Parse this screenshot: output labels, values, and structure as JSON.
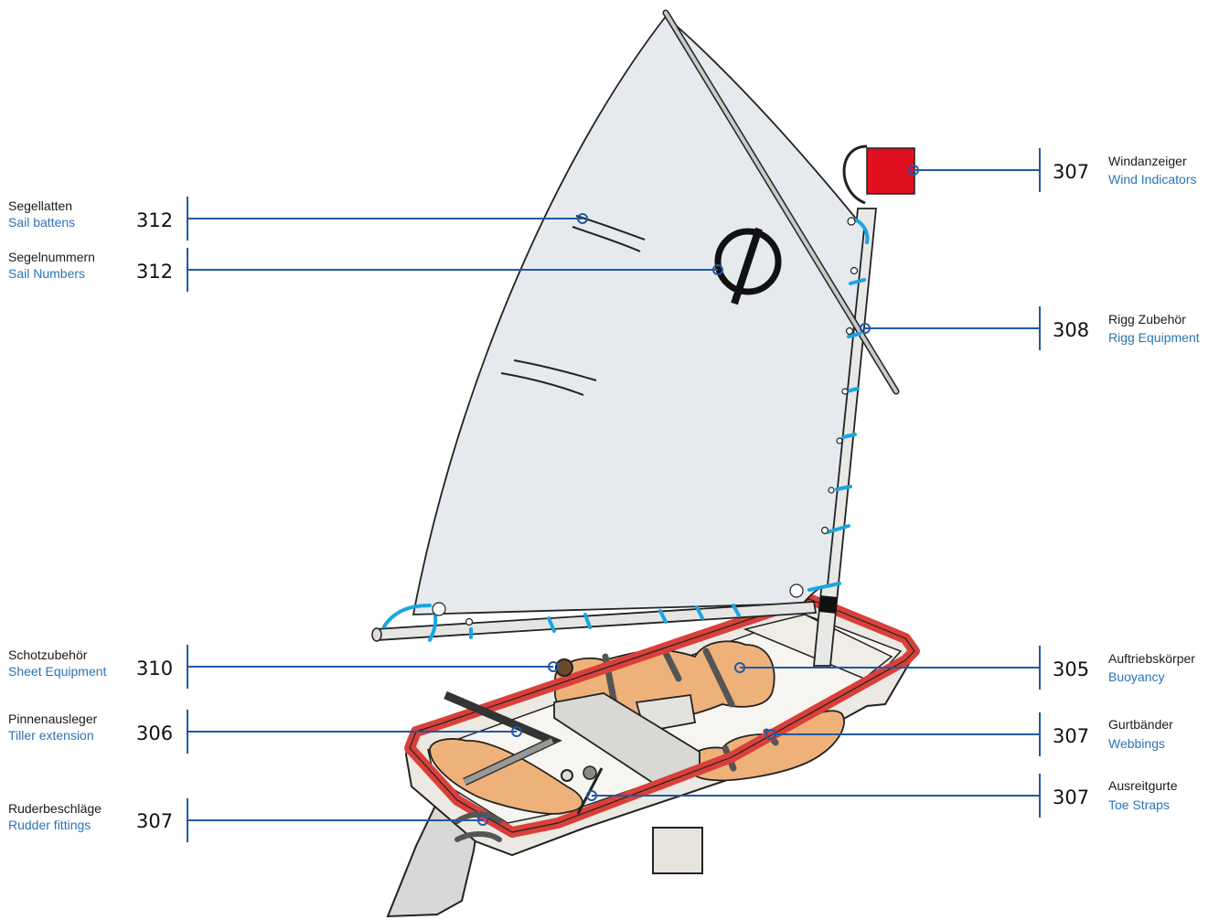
{
  "colors": {
    "callout_line": "#1f5aa6",
    "english_label": "#2a74b8",
    "hull_rim": "#d9403a",
    "sail": "#e6eaee",
    "buoyancy": "#efb17a",
    "wind_flag": "#e01020",
    "batten_ties": "#1aa6e0"
  },
  "callouts": [
    {
      "id": "sail-battens",
      "number": "312",
      "de": "Segellatten",
      "en": "Sail battens"
    },
    {
      "id": "sail-numbers",
      "number": "312",
      "de": "Segelnummern",
      "en": "Sail Numbers"
    },
    {
      "id": "sheet-equipment",
      "number": "310",
      "de": "Schotzubehör",
      "en": "Sheet Equipment"
    },
    {
      "id": "tiller-extension",
      "number": "306",
      "de": "Pinnenausleger",
      "en": "Tiller extension"
    },
    {
      "id": "rudder-fittings",
      "number": "307",
      "de": "Ruderbeschläge",
      "en": "Rudder fittings"
    },
    {
      "id": "wind-indicators",
      "number": "307",
      "de": "Windanzeiger",
      "en": "Wind Indicators"
    },
    {
      "id": "rigg-equipment",
      "number": "308",
      "de": "Rigg Zubehör",
      "en": "Rigg Equipment"
    },
    {
      "id": "buoyancy",
      "number": "305",
      "de": "Auftriebskörper",
      "en": "Buoyancy"
    },
    {
      "id": "webbings",
      "number": "307",
      "de": "Gurtbänder",
      "en": "Webbings"
    },
    {
      "id": "toe-straps",
      "number": "307",
      "de": "Ausreitgurte",
      "en": "Toe Straps"
    }
  ]
}
